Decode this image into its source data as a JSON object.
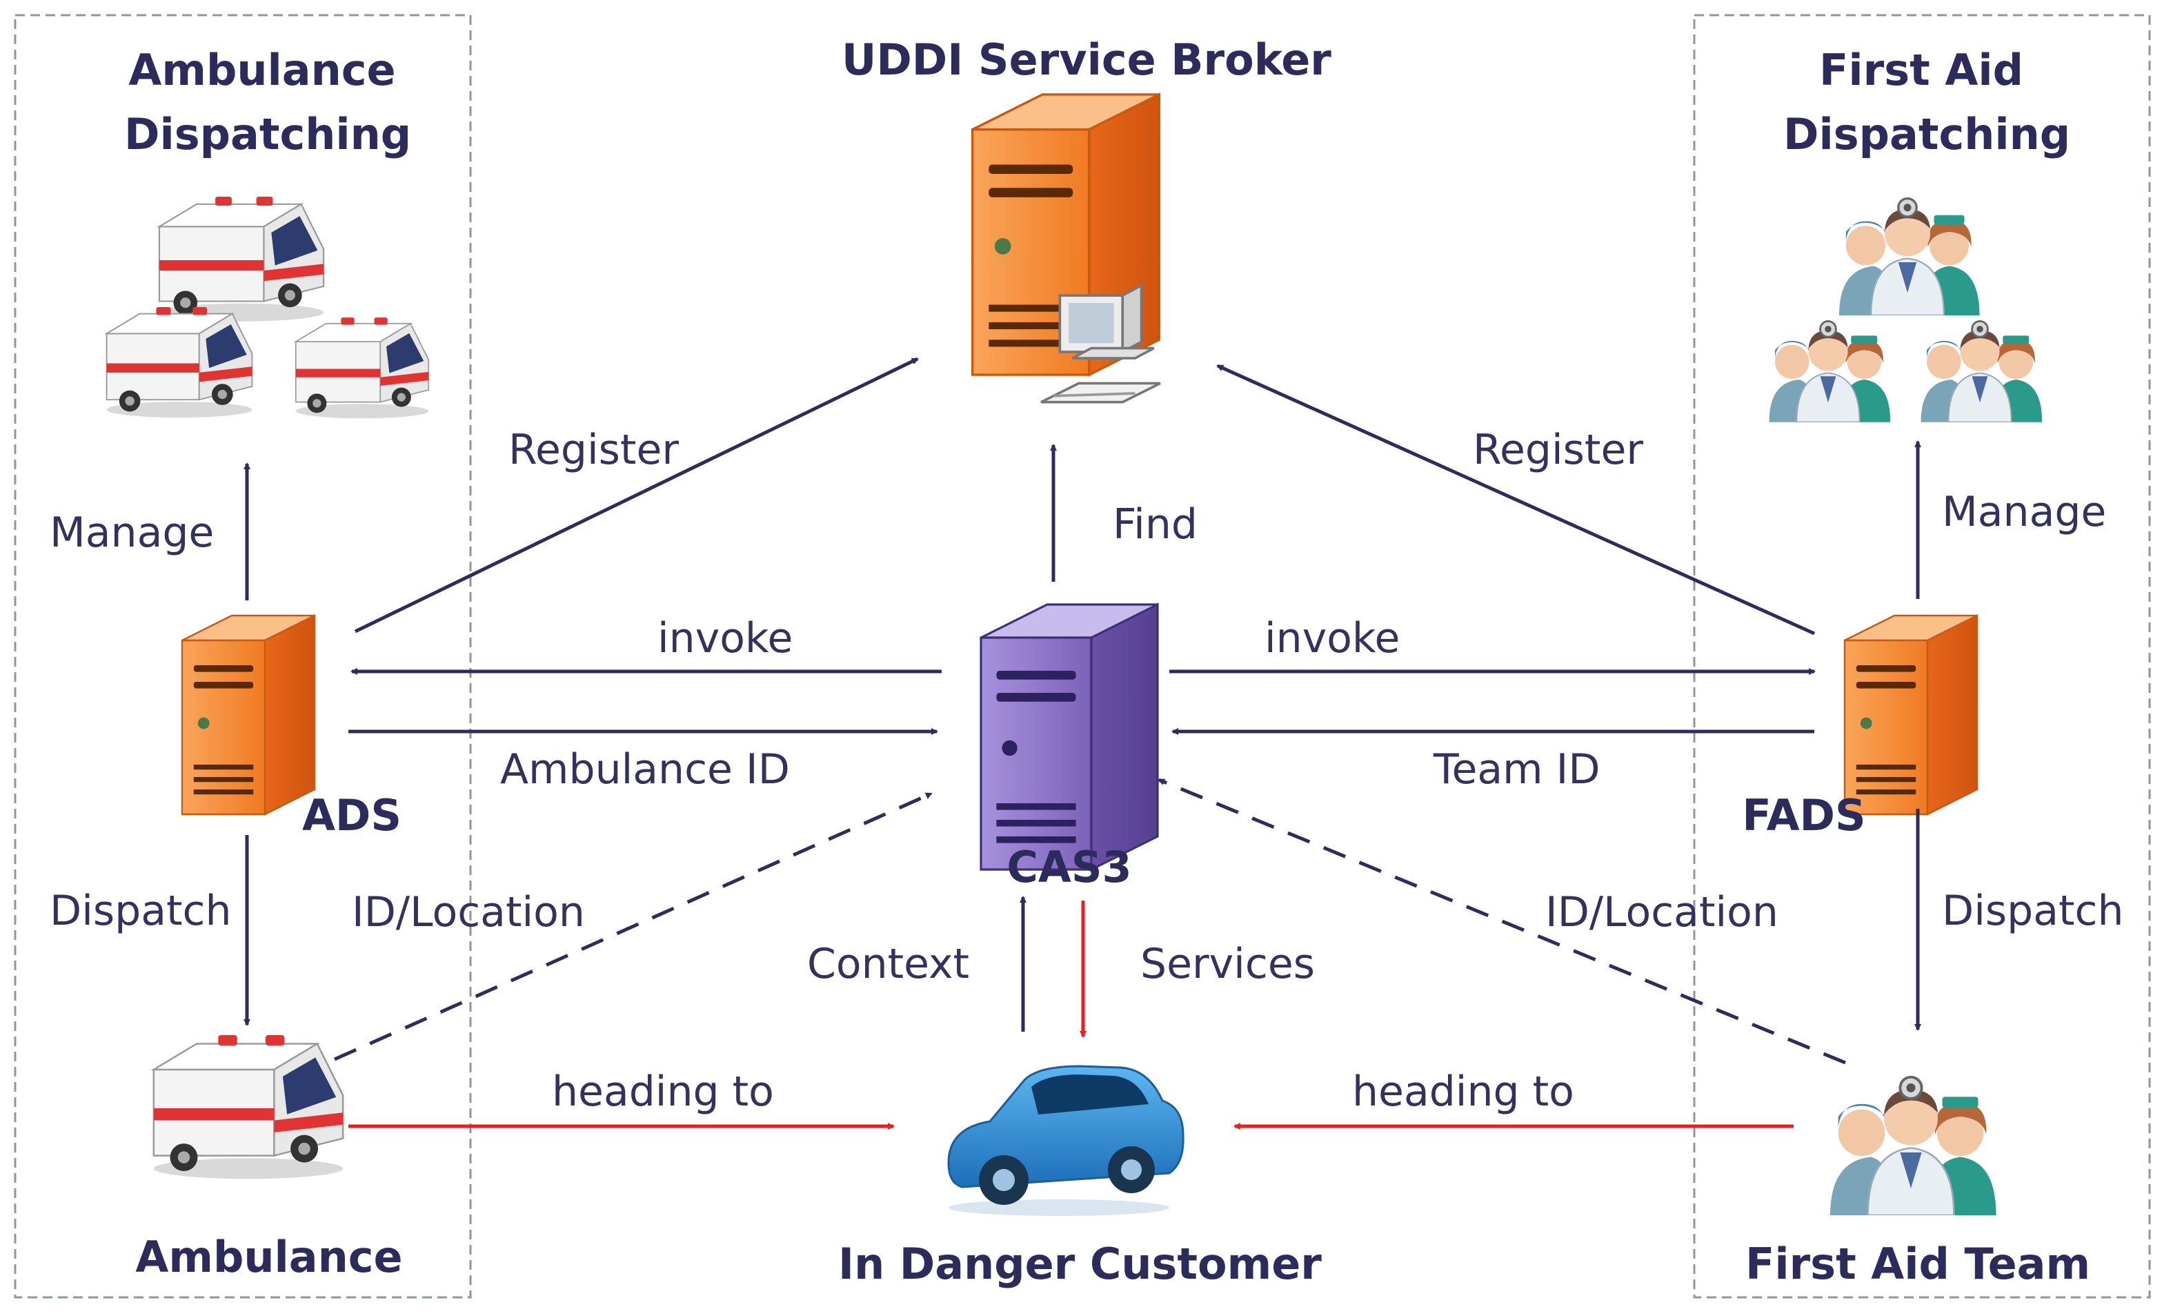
{
  "groups": {
    "ambulance_dispatching": "Ambulance\nDispatching",
    "first_aid_dispatching": "First Aid\nDispatching"
  },
  "nodes": {
    "uddi": "UDDI Service Broker",
    "ads": "ADS",
    "cas3": "CAS3",
    "fads": "FADS",
    "ambulance": "Ambulance",
    "customer": "In Danger Customer",
    "first_aid_team": "First Aid Team"
  },
  "edges": {
    "register_left": "Register",
    "register_right": "Register",
    "find": "Find",
    "manage_left": "Manage",
    "manage_right": "Manage",
    "invoke_left": "invoke",
    "invoke_right": "invoke",
    "ambulance_id": "Ambulance ID",
    "team_id": "Team ID",
    "dispatch_left": "Dispatch",
    "dispatch_right": "Dispatch",
    "id_location_left": "ID/Location",
    "id_location_right": "ID/Location",
    "context": "Context",
    "services": "Services",
    "heading_to_left": "heading to",
    "heading_to_right": "heading to"
  },
  "colors": {
    "navy_arrow": "#2e2c5e",
    "red_arrow": "#ee1c1c",
    "server_orange": "#f07a22",
    "server_purple": "#7b62b8",
    "car_blue": "#2f8fd6"
  }
}
